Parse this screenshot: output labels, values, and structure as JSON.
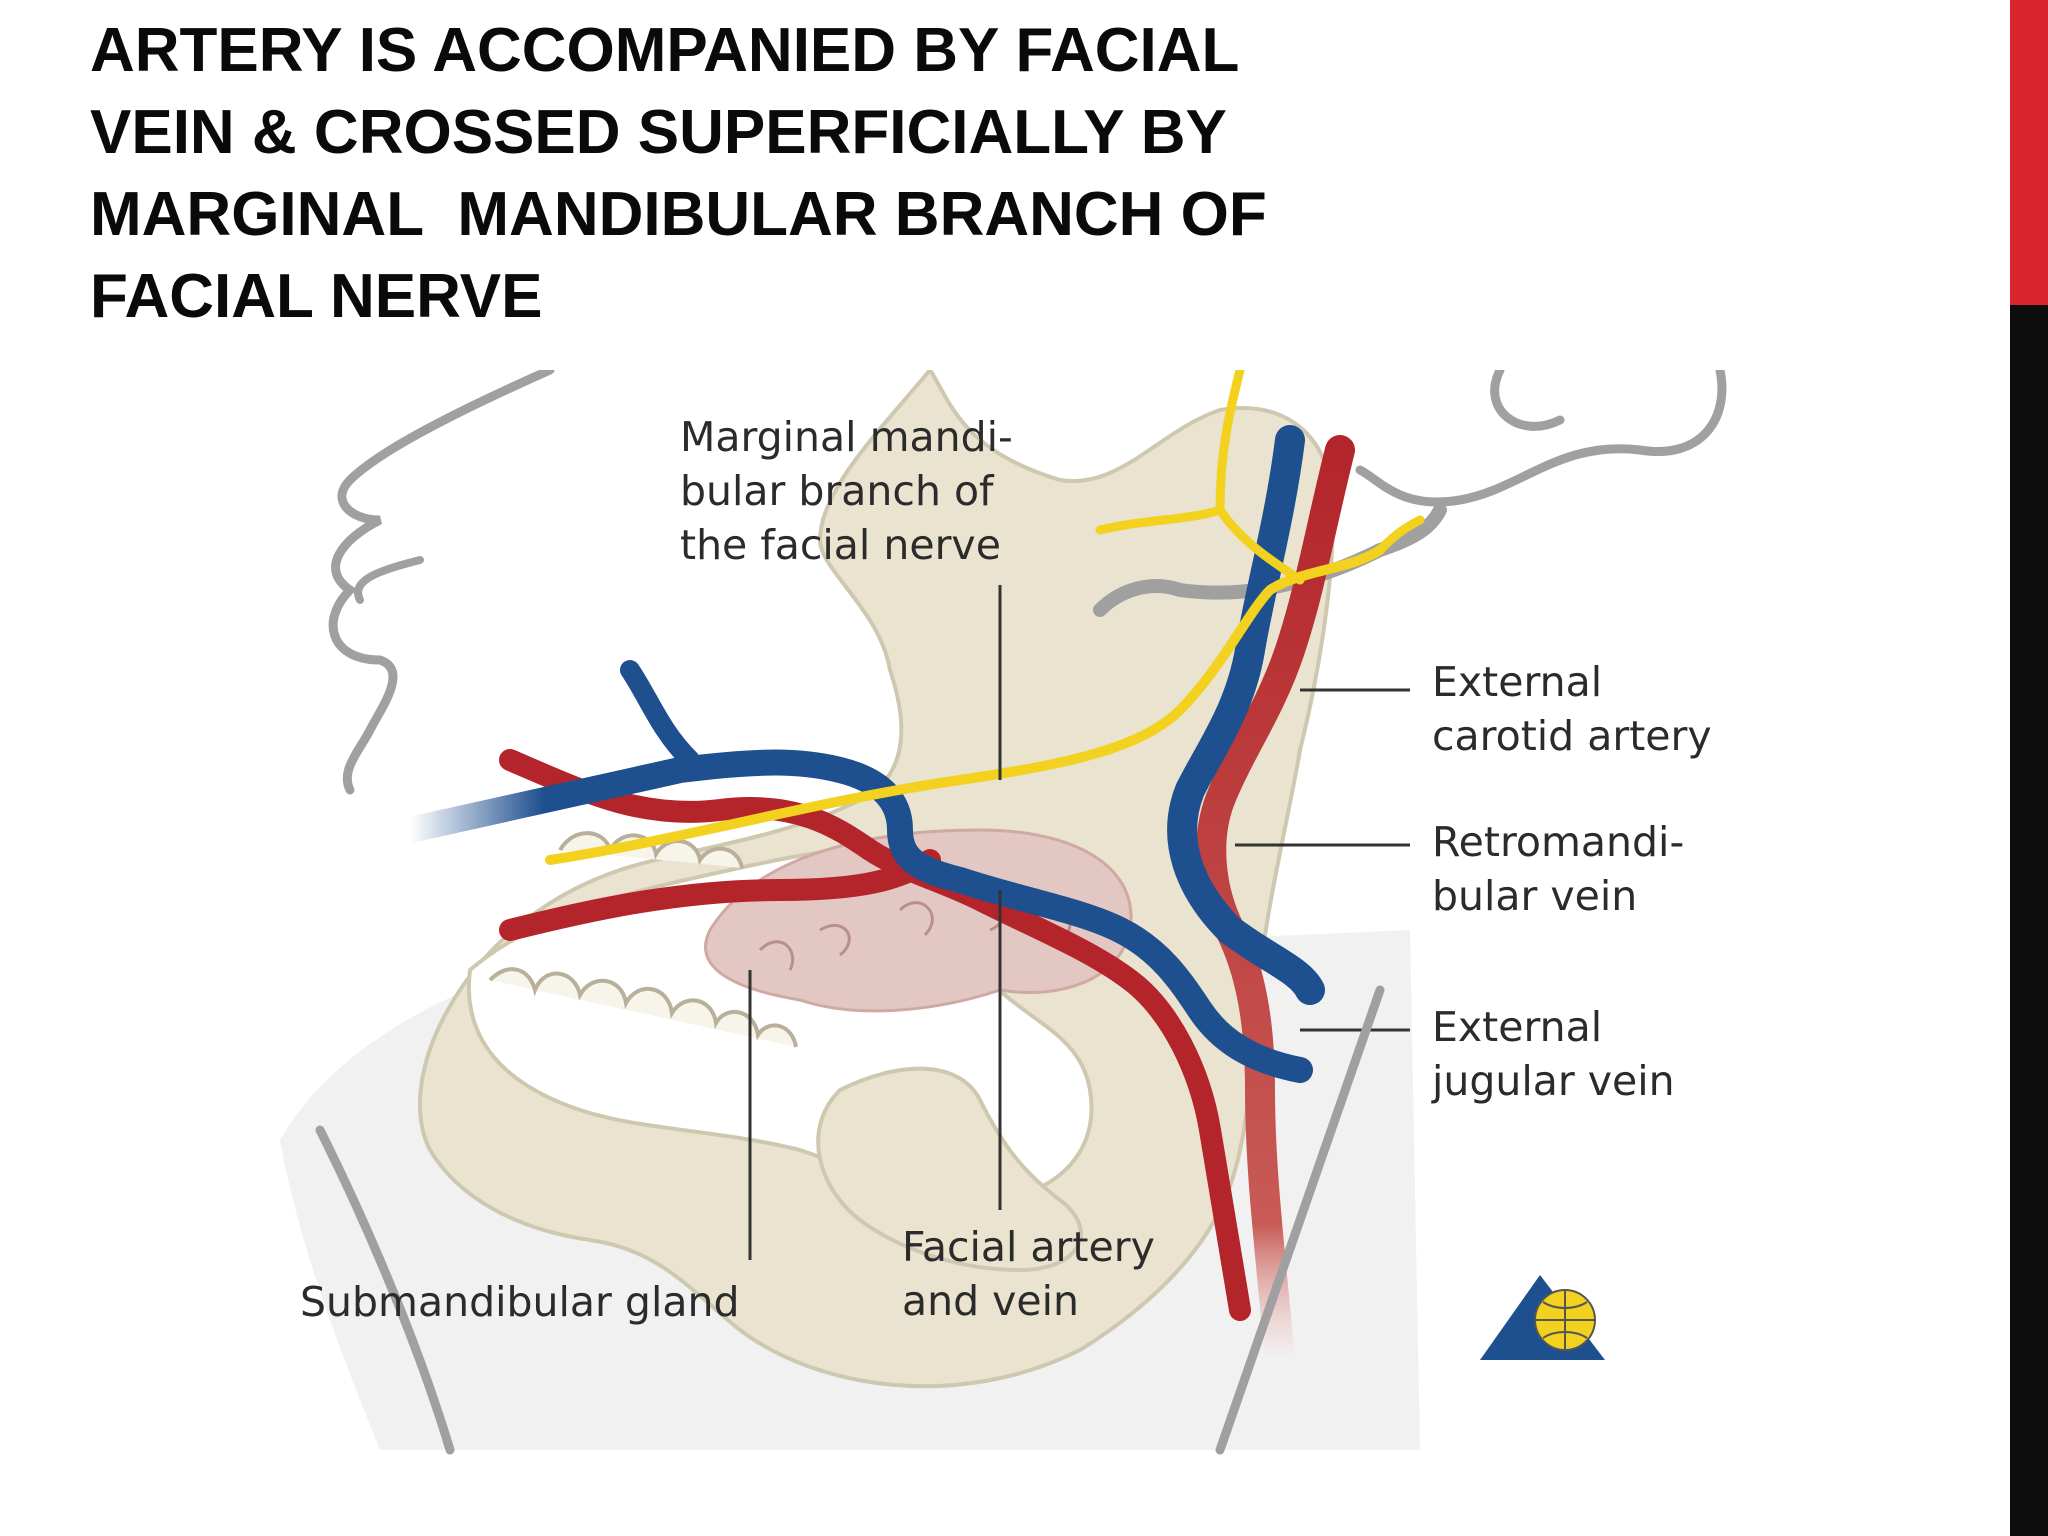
{
  "title": {
    "lines": [
      "ARTERY IS ACCOMPANIED BY FACIAL",
      "VEIN & CROSSED SUPERFICIALLY BY",
      "MARGINAL  MANDIBULAR BRANCH OF",
      "FACIAL NERVE"
    ]
  },
  "figure": {
    "labels": {
      "marginal_mandibular": [
        "Marginal mandi-",
        "bular branch of",
        "the facial nerve"
      ],
      "external_carotid": [
        "External",
        "carotid artery"
      ],
      "retromandibular": [
        "Retromandi-",
        "bular vein"
      ],
      "external_jugular": [
        "External",
        "jugular vein"
      ],
      "facial_artery_vein": [
        "Facial artery",
        "and vein"
      ],
      "submandibular_gland": [
        "Submandibular gland"
      ]
    },
    "colors": {
      "artery": "#b3252a",
      "vein": "#1e4f8f",
      "nerve": "#f2d21e",
      "bone": "#e6e0cc",
      "outline": "#9a9a9a",
      "gland": "#e3c7c2"
    },
    "logo_icon": "globe-triangle-icon"
  },
  "accent": {
    "red": "#d9252b",
    "black": "#0d0d0d"
  }
}
